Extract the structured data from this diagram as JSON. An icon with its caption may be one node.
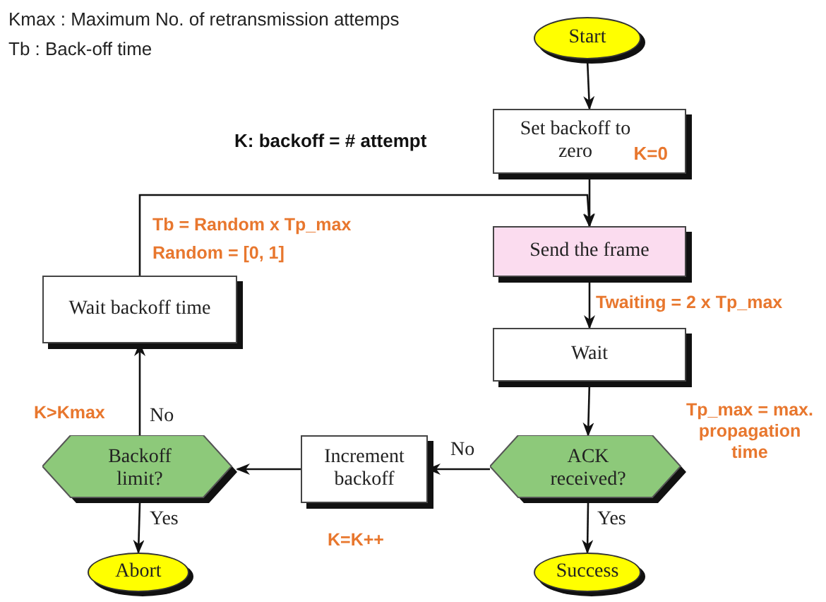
{
  "diagram": {
    "nodes": [
      {
        "text": [
          "Start"
        ]
      },
      {
        "text": [
          "Set backoff to zero",
          "K=0"
        ]
      },
      {
        "text": [
          "Send the frame"
        ]
      },
      {
        "text": [
          "Wait"
        ]
      },
      {
        "text": [
          "ACK received?"
        ]
      },
      {
        "text": [
          "Increment backoff"
        ]
      },
      {
        "text": [
          "Backoff limit?"
        ]
      },
      {
        "text": [
          "Wait backoff time"
        ]
      },
      {
        "text": [
          "Abort"
        ]
      },
      {
        "text": [
          "Success"
        ]
      }
    ],
    "edges": [
      {
        "from": 0,
        "to": 1,
        "arrow": "to"
      },
      {
        "from": 1,
        "to": 2,
        "arrow": "to"
      },
      {
        "from": 7,
        "to": 2,
        "arrow": "to"
      },
      {
        "from": 2,
        "to": 3,
        "arrow": "to"
      },
      {
        "from": 3,
        "to": 4,
        "arrow": "to"
      },
      {
        "from": 4,
        "to": 5,
        "arrow": "to",
        "label": "No"
      },
      {
        "from": 4,
        "to": 9,
        "arrow": "to",
        "label": "Yes"
      },
      {
        "from": 5,
        "to": 6,
        "arrow": "to"
      },
      {
        "from": 6,
        "to": 7,
        "arrow": "to",
        "label": "No"
      },
      {
        "from": 6,
        "to": 8,
        "arrow": "to",
        "label": "Yes"
      }
    ],
    "labels": [
      "Kmax : Maximum No. of retransmission attemps",
      "Tb : Back-off time",
      "K: backoff = # attempt",
      "Tb = Random x Tp_max",
      "Random = [0, 1]",
      "Twaiting = 2 x Tp_max",
      "Tp_max = max. propagation time",
      "K>Kmax",
      "K=K++"
    ]
  }
}
